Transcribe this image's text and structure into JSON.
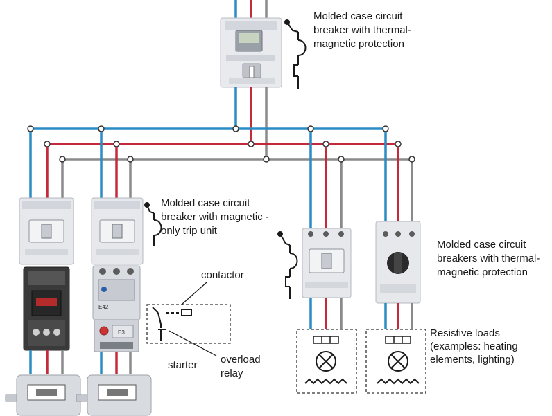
{
  "labels": {
    "top_breaker": "Molded case circuit\nbreaker with thermal-\nmagnetic protection",
    "magnetic_breaker": "Molded case circuit\nbreaker with magnetic -\nonly trip unit",
    "right_breakers": "Molded case circuit\nbreakers with thermal-\nmagnetic protection",
    "contactor": "contactor",
    "starter": "starter",
    "overload_relay": "overload\nrelay",
    "resistive_loads": "Resistive loads\n(examples: heating\nelements, lighting)"
  },
  "device_marks": {
    "contactor_id": "E42",
    "overload_id": "E3"
  },
  "colors": {
    "phase_a": "#2a8cc4",
    "phase_b": "#c42a3a",
    "phase_c": "#8a8a8a",
    "device_body": "#e4e6ea",
    "device_dark": "#2b2b2b",
    "motor_body": "#d8dbe0",
    "symbol_line": "#1a1a1a"
  }
}
